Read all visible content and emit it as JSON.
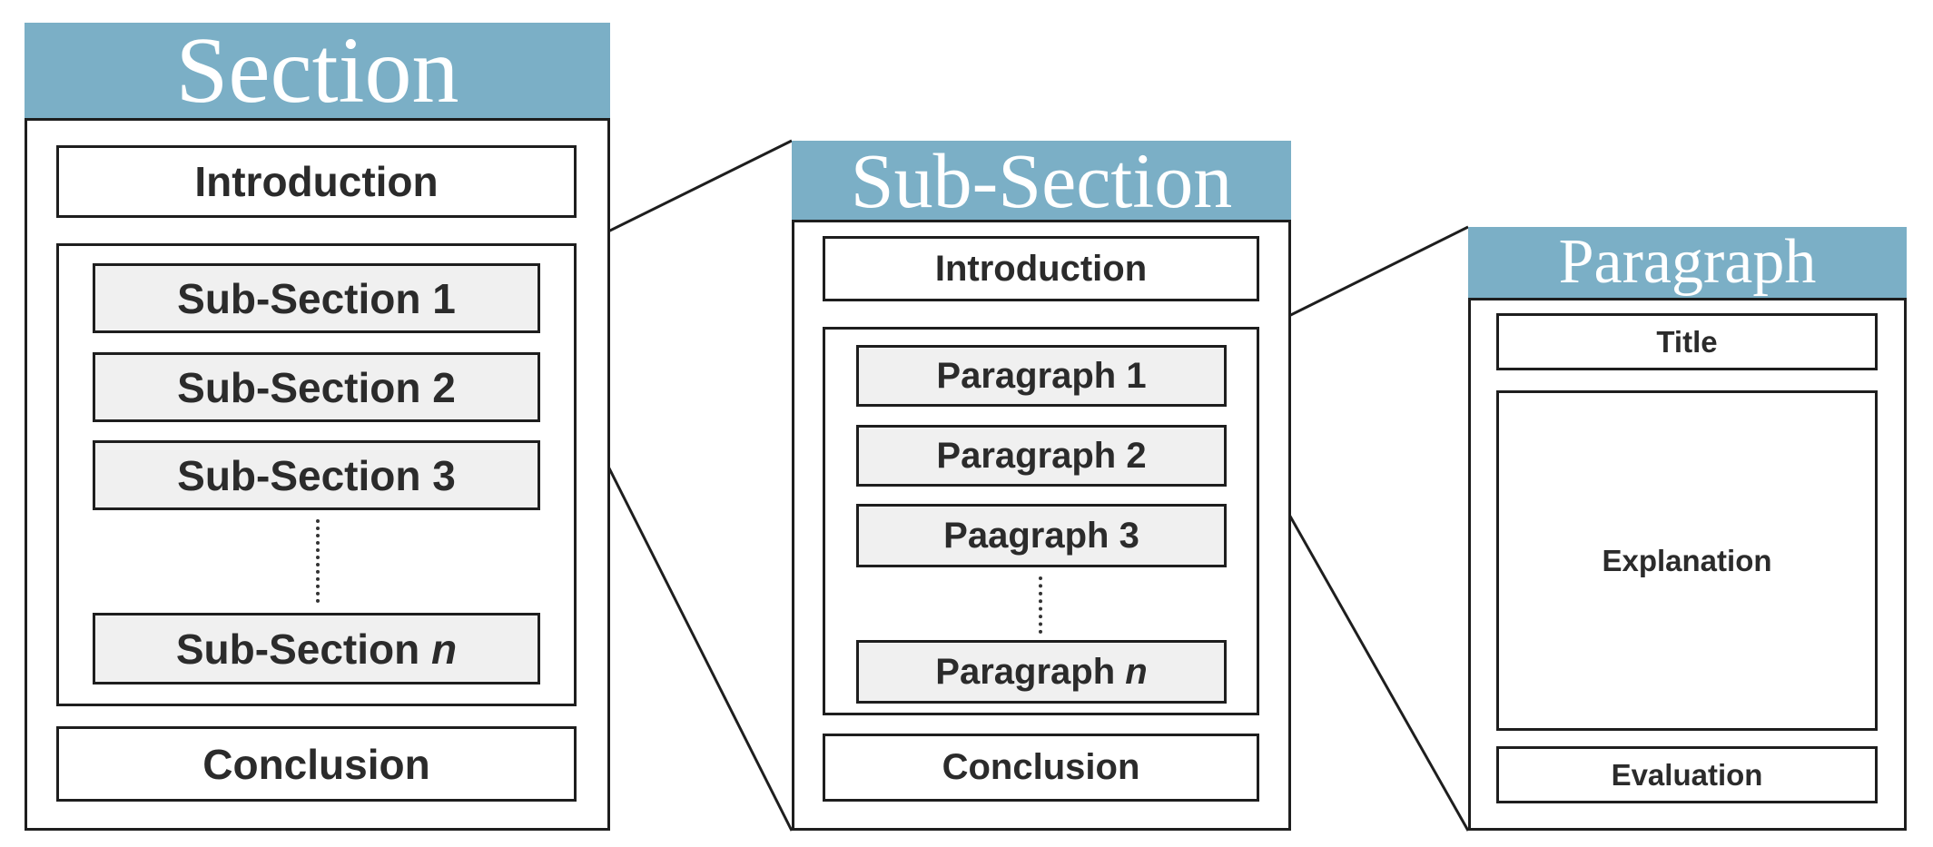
{
  "section": {
    "header": "Section",
    "introduction": "Introduction",
    "subsections": [
      "Sub-Section 1",
      "Sub-Section 2",
      "Sub-Section 3"
    ],
    "subsection_n_prefix": "Sub-Section",
    "subsection_n_suffix": "n",
    "conclusion": "Conclusion"
  },
  "subsection": {
    "header": "Sub-Section",
    "introduction": "Introduction",
    "paragraphs": [
      "Paragraph 1",
      "Paragraph 2",
      "Paagraph 3"
    ],
    "paragraph_n_prefix": "Paragraph",
    "paragraph_n_suffix": "n",
    "conclusion": "Conclusion"
  },
  "paragraph": {
    "header": "Paragraph",
    "title": "Title",
    "explanation": "Explanation",
    "evaluation": "Evaluation"
  },
  "colors": {
    "header_fill": "#7bafc6",
    "header_text": "#ffffff",
    "item_fill": "#f0f0f0",
    "border": "#1e1e1e",
    "text": "#2b2b2b"
  }
}
